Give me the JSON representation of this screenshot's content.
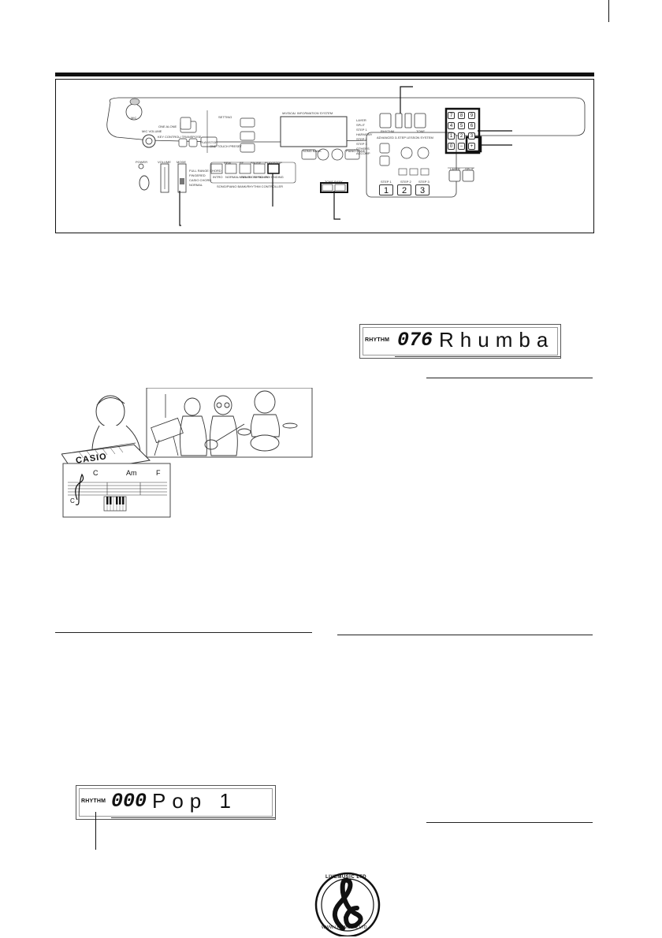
{
  "panel": {
    "mic_label": "MIC",
    "mic_volume_label": "MIC VOLUME",
    "power_label": "POWER",
    "volume_label": "VOLUME",
    "mode_label": "MODE",
    "mode_options": [
      "FULL RANGE CHORD",
      "FINGERED",
      "CASIO CHORD",
      "NORMAL"
    ],
    "one_alone_label": "ONE ALONE",
    "key_control_label": "KEY CONTROL/ TRANSPOSE",
    "play_stop_label": "PLAY/STOP",
    "setting_label": "SETTING",
    "one_touch_preset_label": "ONE TOUCH PRESET",
    "info_system_label": "MUSICAL INFORMATION SYSTEM",
    "display_side_labels": [
      "LAYER",
      "SPLIT",
      "STEP 1",
      "HARMONY",
      "STEP 2",
      "STEP 3",
      "OTHERS",
      "ACCOMP"
    ],
    "rhythm_btn_label": "RHYTHM",
    "tone_btn_label": "TONE",
    "advanced_lesson_label": "ADVANCED 3-STEP LESSON SYSTEM",
    "step_buttons": [
      "1",
      "2",
      "3"
    ],
    "step_labels": [
      "STEP 1",
      "STEP 2",
      "STEP 3"
    ],
    "song_bank_label": "SONG BANK",
    "piano_bank_label": "PIANO BANK",
    "tone_bank_label": "TONE BANK",
    "controller_label": "SONG/PIANO BANK/RHYTHM CONTROLLER",
    "controller_buttons": [
      "REW",
      "FF",
      "PAUSE",
      "PLAY/STOP"
    ],
    "controller_sub": [
      "INTRO",
      "NORMAL/ FILL-IN",
      "VARIATION/ FILL-IN",
      "SYNCHRO/ ENDING"
    ],
    "layer_label": "LAYER",
    "split_label": "SPLIT",
    "numpad": [
      "7",
      "8",
      "9",
      "4",
      "5",
      "6",
      "1",
      "2",
      "3",
      "0",
      "−",
      "+"
    ]
  },
  "display_top": {
    "mode": "RHYTHM",
    "number": "076",
    "name": "Rhumba"
  },
  "display_bottom": {
    "mode": "RHYTHM",
    "number": "000",
    "name": "Pop 1"
  },
  "illustration": {
    "keyboard_brand": "CASIO",
    "chords": [
      "C",
      "Am",
      "F"
    ],
    "chord_below_staff": "C"
  },
  "watermark": {
    "top_text": "LIVEMUSIC LTD",
    "bottom_text": "WWW.LIVEMUSIC.LTD"
  }
}
